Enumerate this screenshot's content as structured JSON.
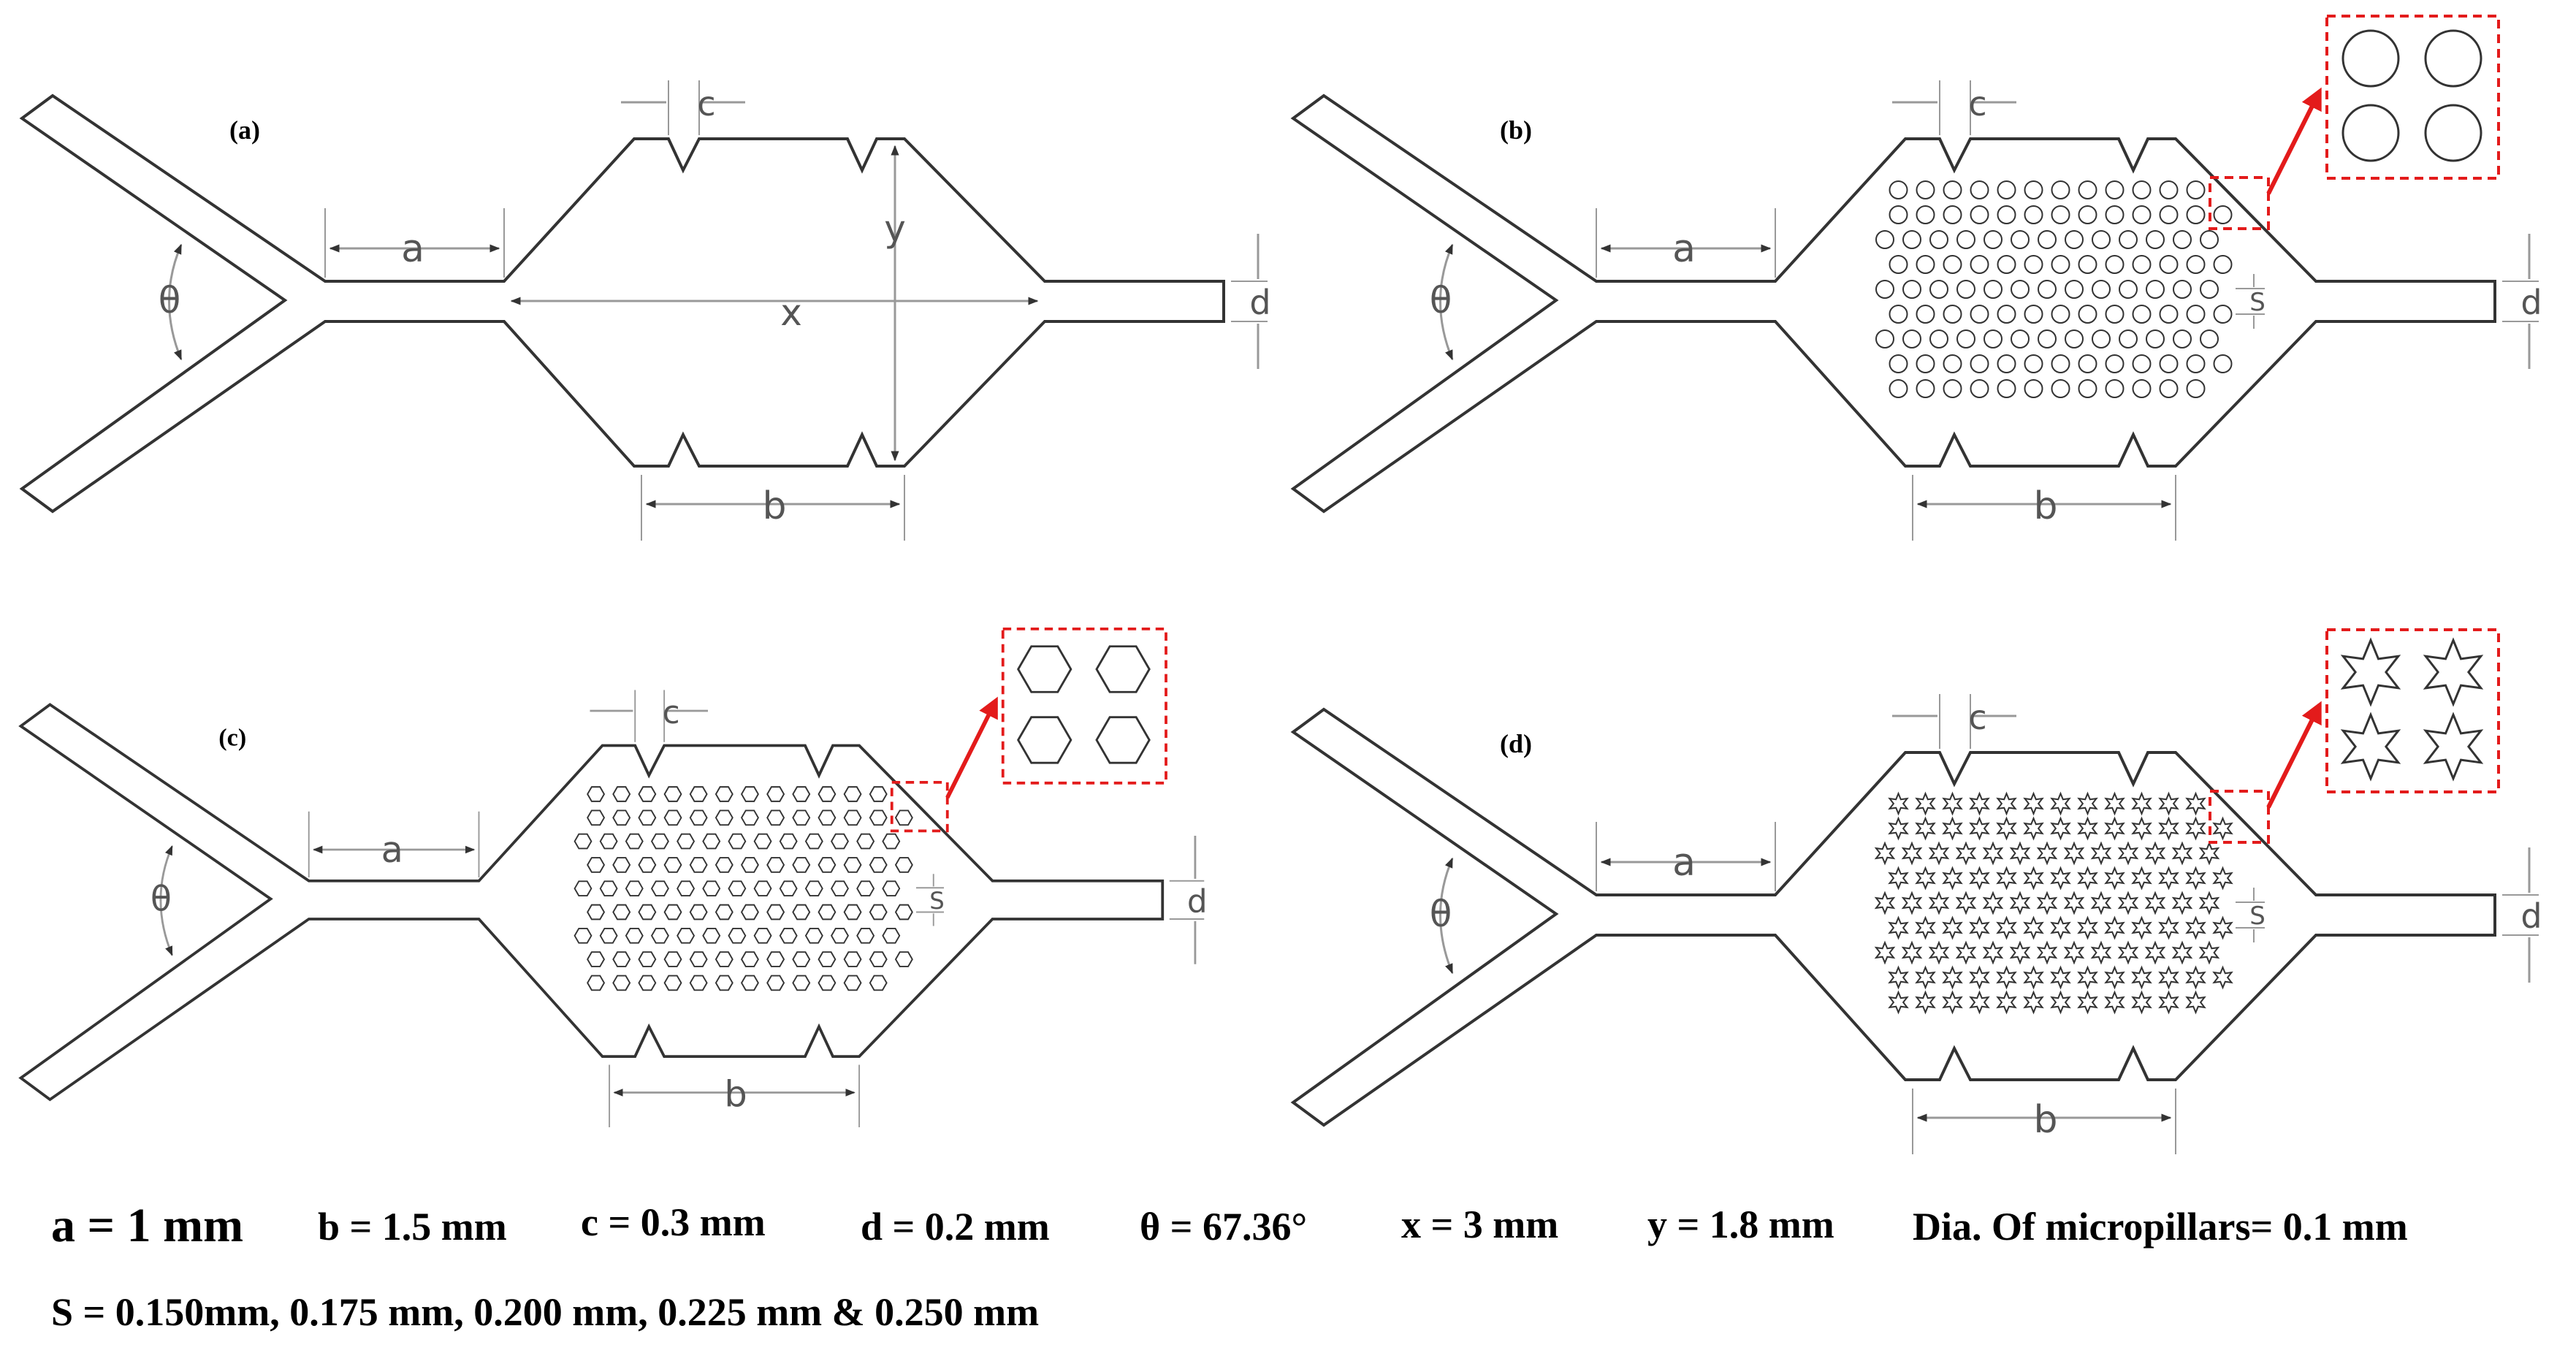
{
  "panels": [
    {
      "label": "(a)",
      "pillars": "none"
    },
    {
      "label": "(b)",
      "pillars": "circle"
    },
    {
      "label": "(c)",
      "pillars": "hexagon"
    },
    {
      "label": "(d)",
      "pillars": "star"
    }
  ],
  "dim_labels": {
    "a": "a",
    "b": "b",
    "c": "c",
    "d": "d",
    "x": "x",
    "y": "y",
    "theta": "θ",
    "s": "S"
  },
  "params": {
    "a": "a = 1 mm",
    "b": "b = 1.5 mm",
    "c": "c = 0.3 mm",
    "d": "d = 0.2 mm",
    "theta": "θ = 67.36°",
    "x": "x = 3 mm",
    "y": "y = 1.8 mm",
    "dia": "Dia. Of micropillars= 0.1 mm",
    "s_values": "S = 0.150mm, 0.175 mm, 0.200 mm, 0.225 mm & 0.250 mm"
  },
  "colors": {
    "line": "#333333",
    "dim": "#999999",
    "dim_text": "#555555",
    "highlight": "#e31b1b"
  }
}
